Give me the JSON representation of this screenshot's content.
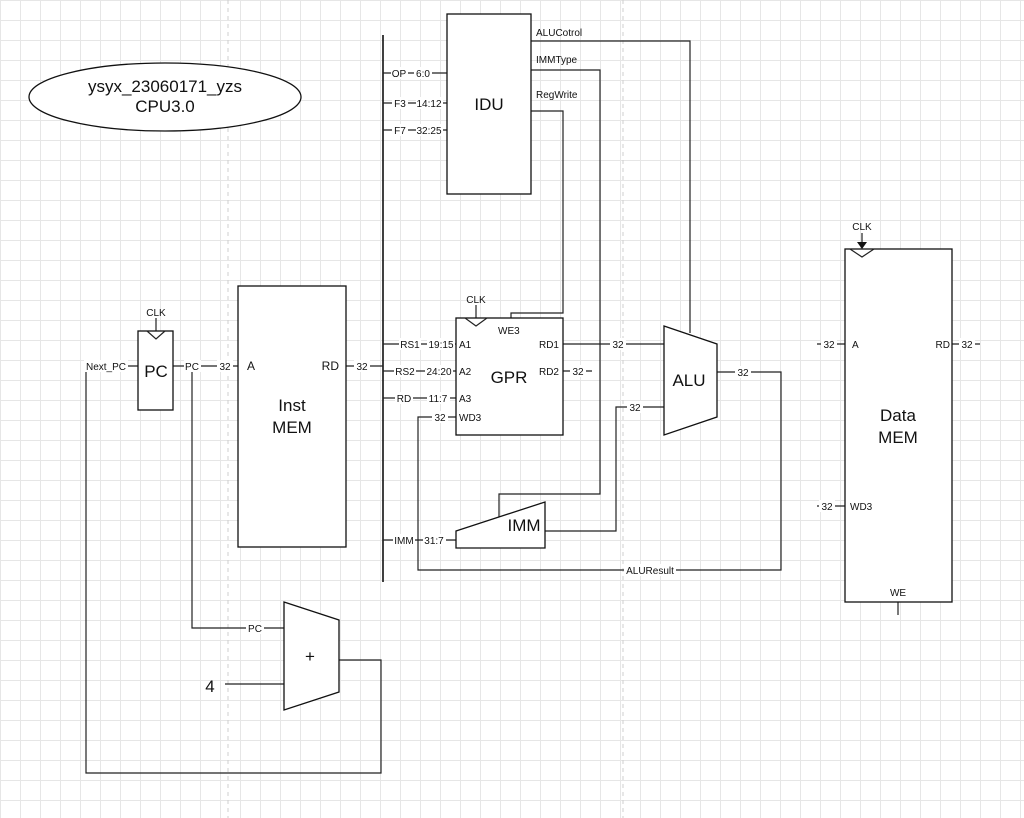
{
  "title": {
    "line1": "ysyx_23060171_yzs",
    "line2": "CPU3.0"
  },
  "blocks": {
    "idu": "IDU",
    "pc": "PC",
    "inst_mem": {
      "line1": "Inst",
      "line2": "MEM"
    },
    "gpr": "GPR",
    "alu": "ALU",
    "imm": "IMM",
    "data_mem": {
      "line1": "Data",
      "line2": "MEM"
    },
    "adder": "+"
  },
  "constants": {
    "four": "4"
  },
  "ports": {
    "clk": "CLK",
    "a": "A",
    "rd": "RD",
    "a1": "A1",
    "a2": "A2",
    "a3": "A3",
    "wd3": "WD3",
    "we3": "WE3",
    "rd1": "RD1",
    "rd2": "RD2",
    "we": "WE"
  },
  "signals": {
    "op": "OP",
    "op_bits": "6:0",
    "f3": "F3",
    "f3_bits": "14:12",
    "f7": "F7",
    "f7_bits": "32:25",
    "rs1": "RS1",
    "rs1_bits": "19:15",
    "rs2": "RS2",
    "rs2_bits": "24:20",
    "rd": "RD",
    "rd_bits": "11:7",
    "imm": "IMM",
    "imm_bits": "31:7",
    "alu_control": "ALUCotrol",
    "imm_type": "IMMType",
    "reg_write": "RegWrite",
    "alu_result": "ALUResult",
    "next_pc": "Next_PC",
    "pc": "PC",
    "width": "32"
  }
}
